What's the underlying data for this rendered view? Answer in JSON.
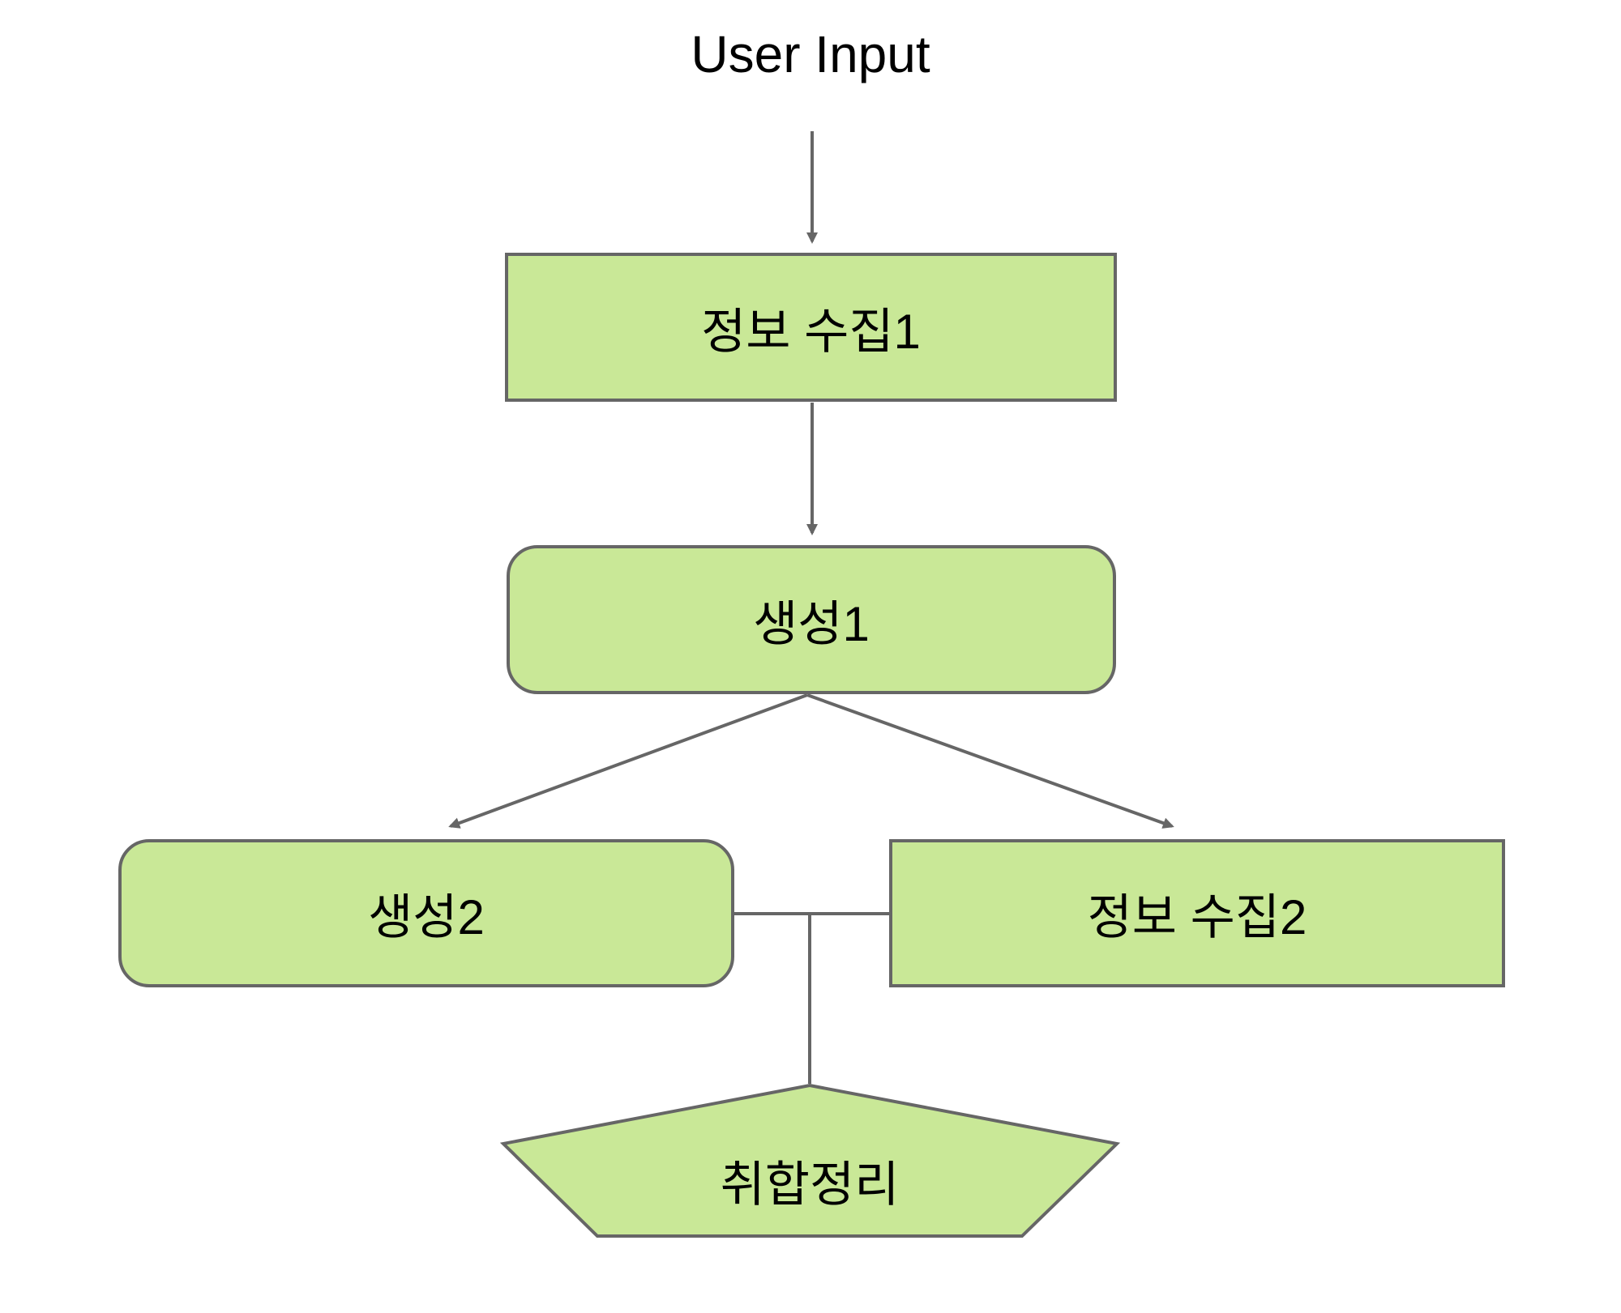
{
  "diagram": {
    "title": "User Input",
    "nodes": [
      {
        "id": "collect1",
        "label": "정보 수집1",
        "shape": "rect"
      },
      {
        "id": "gen1",
        "label": "생성1",
        "shape": "rounded-rect"
      },
      {
        "id": "gen2",
        "label": "생성2",
        "shape": "rounded-rect"
      },
      {
        "id": "collect2",
        "label": "정보 수집2",
        "shape": "rect"
      },
      {
        "id": "merge",
        "label": "취합정리",
        "shape": "pentagon"
      }
    ],
    "edges": [
      {
        "from": "user-input",
        "to": "collect1",
        "arrow": true
      },
      {
        "from": "collect1",
        "to": "gen1",
        "arrow": true
      },
      {
        "from": "gen1",
        "to": "gen2",
        "arrow": true
      },
      {
        "from": "gen1",
        "to": "collect2",
        "arrow": true
      },
      {
        "from": "gen2-collect2-junction",
        "to": "merge",
        "arrow": false
      }
    ],
    "colors": {
      "node_fill": "#c9e897",
      "node_border": "#666666",
      "line": "#666666",
      "text": "#000000",
      "background": "#ffffff"
    }
  }
}
